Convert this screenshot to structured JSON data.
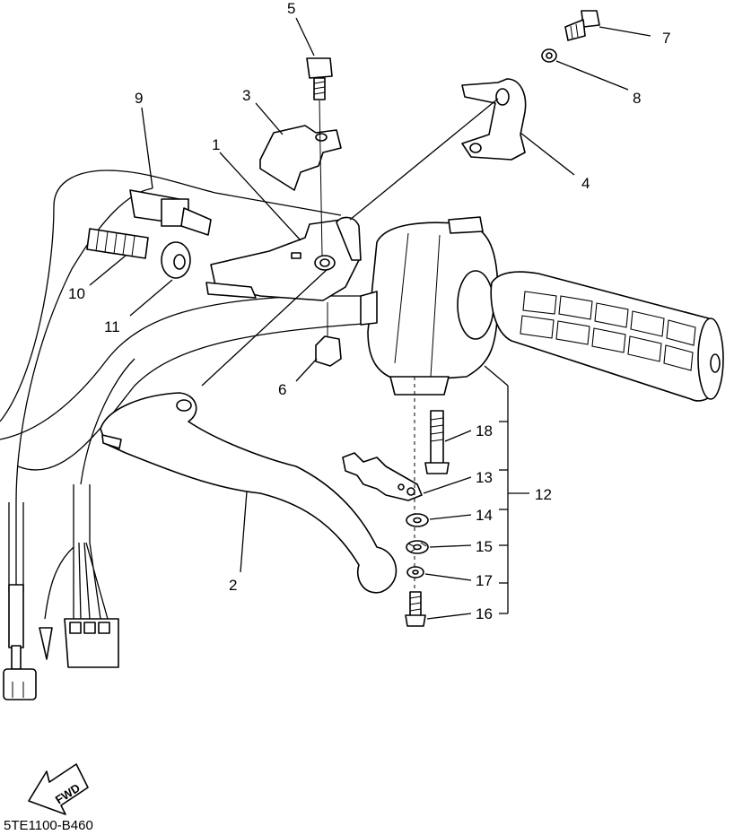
{
  "callouts": [
    {
      "id": "c1",
      "text": "1"
    },
    {
      "id": "c2",
      "text": "2"
    },
    {
      "id": "c3",
      "text": "3"
    },
    {
      "id": "c4",
      "text": "4"
    },
    {
      "id": "c5",
      "text": "5"
    },
    {
      "id": "c6",
      "text": "6"
    },
    {
      "id": "c7",
      "text": "7"
    },
    {
      "id": "c8",
      "text": "8"
    },
    {
      "id": "c9",
      "text": "9"
    },
    {
      "id": "c10",
      "text": "10"
    },
    {
      "id": "c11",
      "text": "11"
    },
    {
      "id": "c12",
      "text": "12"
    },
    {
      "id": "c13",
      "text": "13"
    },
    {
      "id": "c14",
      "text": "14"
    },
    {
      "id": "c15",
      "text": "15"
    },
    {
      "id": "c16",
      "text": "16"
    },
    {
      "id": "c17",
      "text": "17"
    },
    {
      "id": "c18",
      "text": "18"
    }
  ],
  "direction_marker": "FWD",
  "diagram_code": "5TE1100-B460"
}
